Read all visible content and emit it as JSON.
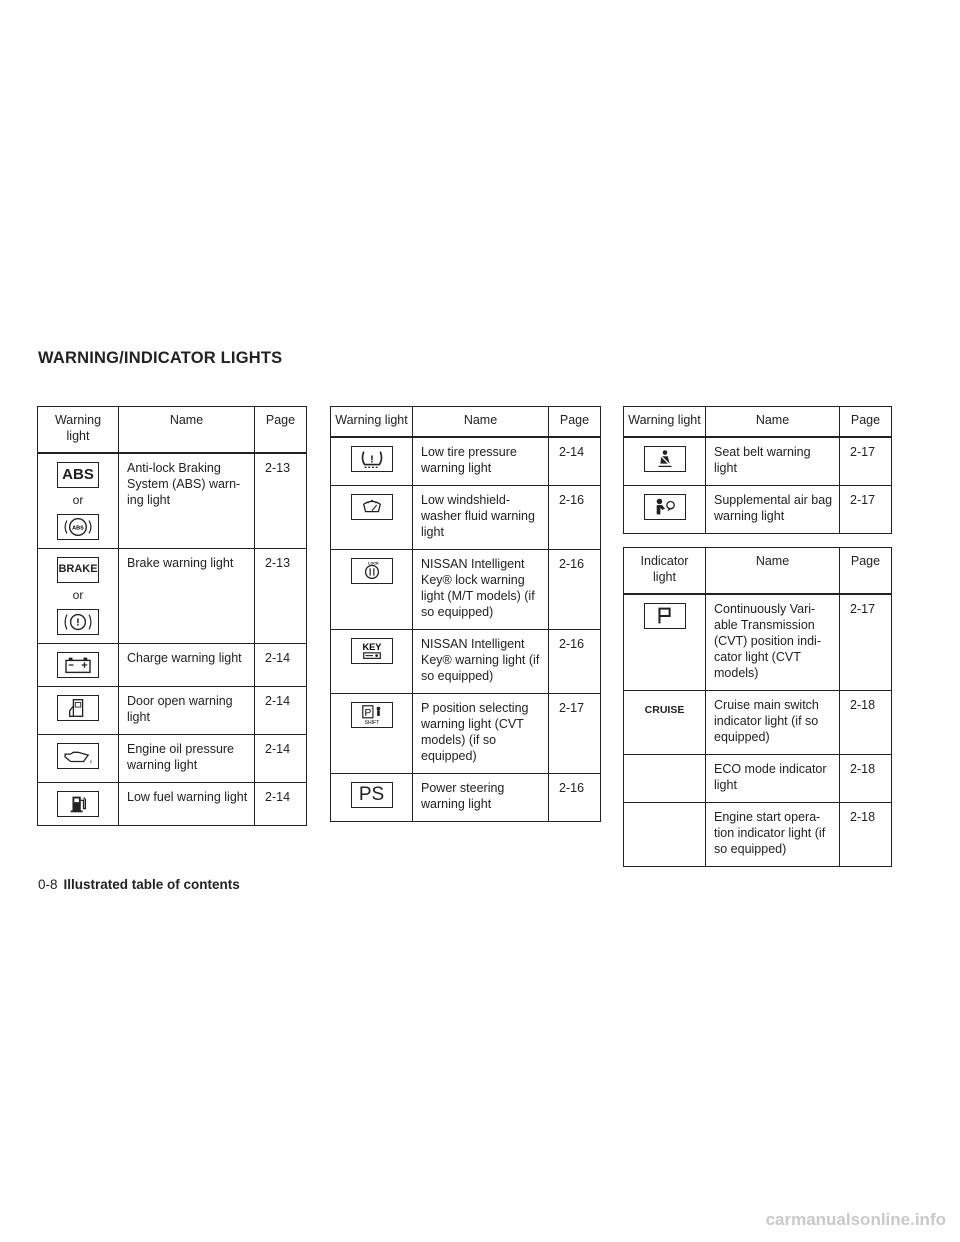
{
  "section_title": "WARNING/INDICATOR LIGHTS",
  "headers": {
    "warning": "Warning light",
    "indicator": "Indicator light",
    "name": "Name",
    "page": "Page"
  },
  "or_label": "or",
  "icon_text": {
    "abs": "ABS",
    "brake": "BRAKE",
    "key": "KEY",
    "ps": "PS",
    "cruise": "CRUISE",
    "shift": "SHIFT"
  },
  "table1": [
    {
      "icon": "abs-icon",
      "name": "Anti-lock Braking System (ABS) warn- ing light",
      "page": "2-13"
    },
    {
      "icon": "brake-icon",
      "name": "Brake warning light",
      "page": "2-13"
    },
    {
      "icon": "battery-icon",
      "name": "Charge warning light",
      "page": "2-14"
    },
    {
      "icon": "door-open-icon",
      "name": "Door open warning light",
      "page": "2-14"
    },
    {
      "icon": "oil-can-icon",
      "name": "Engine oil pressure warning light",
      "page": "2-14"
    },
    {
      "icon": "fuel-pump-icon",
      "name": "Low fuel warning light",
      "page": "2-14"
    }
  ],
  "table2": [
    {
      "icon": "tire-pressure-icon",
      "name": "Low tire pressure warning light",
      "page": "2-14"
    },
    {
      "icon": "washer-fluid-icon",
      "name": "Low windshield- washer fluid warning light",
      "page": "2-16"
    },
    {
      "icon": "key-lock-icon",
      "name": "NISSAN Intelligent Key® lock warning light (M/T models) (if so equipped)",
      "page": "2-16"
    },
    {
      "icon": "key-warning-icon",
      "name": "NISSAN Intelligent Key® warning light (if so equipped)",
      "page": "2-16"
    },
    {
      "icon": "p-shift-icon",
      "name": "P position selecting warning light (CVT models) (if so equipped)",
      "page": "2-17"
    },
    {
      "icon": "power-steering-icon",
      "name": "Power steering warning light",
      "page": "2-16"
    }
  ],
  "table3": [
    {
      "icon": "seat-belt-icon",
      "name": "Seat belt warning light",
      "page": "2-17"
    },
    {
      "icon": "airbag-icon",
      "name": "Supplemental air bag warning light",
      "page": "2-17"
    }
  ],
  "table4": [
    {
      "icon": "cvt-p-icon",
      "name": "Continuously Vari- able Transmission (CVT) position indi- cator light (CVT models)",
      "page": "2-17"
    },
    {
      "icon": "cruise-icon",
      "name": "Cruise main switch indicator light (if so equipped)",
      "page": "2-18"
    },
    {
      "icon": "",
      "name": "ECO mode indicator light",
      "page": "2-18"
    },
    {
      "icon": "",
      "name": "Engine start opera- tion indicator light (if so equipped)",
      "page": "2-18"
    }
  ],
  "footer": {
    "page_number": "0-8",
    "title": "Illustrated table of contents"
  },
  "watermark": "carmanualsonline.info"
}
